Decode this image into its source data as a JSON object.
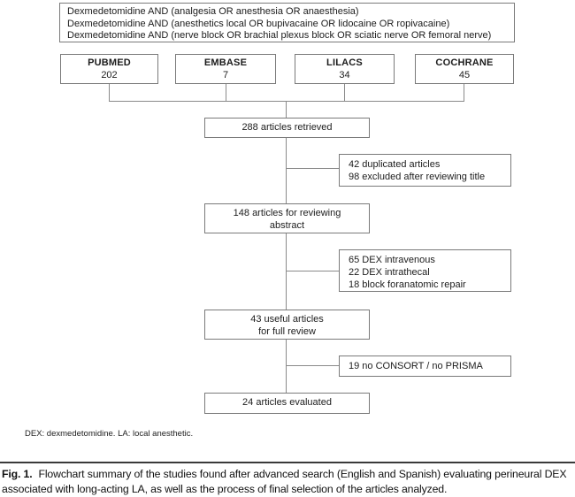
{
  "search_box": {
    "lines": [
      "Dexmedetomidine AND (analgesia OR anesthesia OR anaesthesia)",
      "Dexmedetomidine AND (anesthetics local OR bupivacaine OR lidocaine OR ropivacaine)",
      "Dexmedetomidine AND (nerve block OR brachial plexus block OR sciatic nerve OR femoral nerve)"
    ]
  },
  "databases": [
    {
      "name": "PUBMED",
      "count": "202"
    },
    {
      "name": "EMBASE",
      "count": "7"
    },
    {
      "name": "LILACS",
      "count": "34"
    },
    {
      "name": "COCHRANE",
      "count": "45"
    }
  ],
  "flow": {
    "retrieved": "288 articles retrieved",
    "reviewing_line1": "148 articles for reviewing",
    "reviewing_line2": "abstract",
    "full_review_line1": "43 useful articles",
    "full_review_line2": "for full review",
    "evaluated": "24 articles evaluated"
  },
  "exclusions": [
    {
      "lines": [
        "42 duplicated articles",
        "98 excluded after reviewing title"
      ]
    },
    {
      "lines": [
        "65 DEX intravenous",
        "22 DEX intrathecal",
        "18 block foranatomic repair"
      ]
    },
    {
      "lines": [
        "19 no CONSORT / no PRISMA"
      ]
    }
  ],
  "footnote": "DEX: dexmedetomidine. LA: local anesthetic.",
  "caption": {
    "label": "Fig. 1.",
    "line1": "Flowchart summary of the studies found after advanced search (English and Spanish) evaluating perineural DEX",
    "line2": "associated with long-acting LA, as well as the process of final selection of the articles analyzed."
  },
  "colors": {
    "border": "#7a7a7a",
    "connector": "#8a8a8a",
    "text": "#1c1c1c",
    "background": "#ffffff"
  }
}
